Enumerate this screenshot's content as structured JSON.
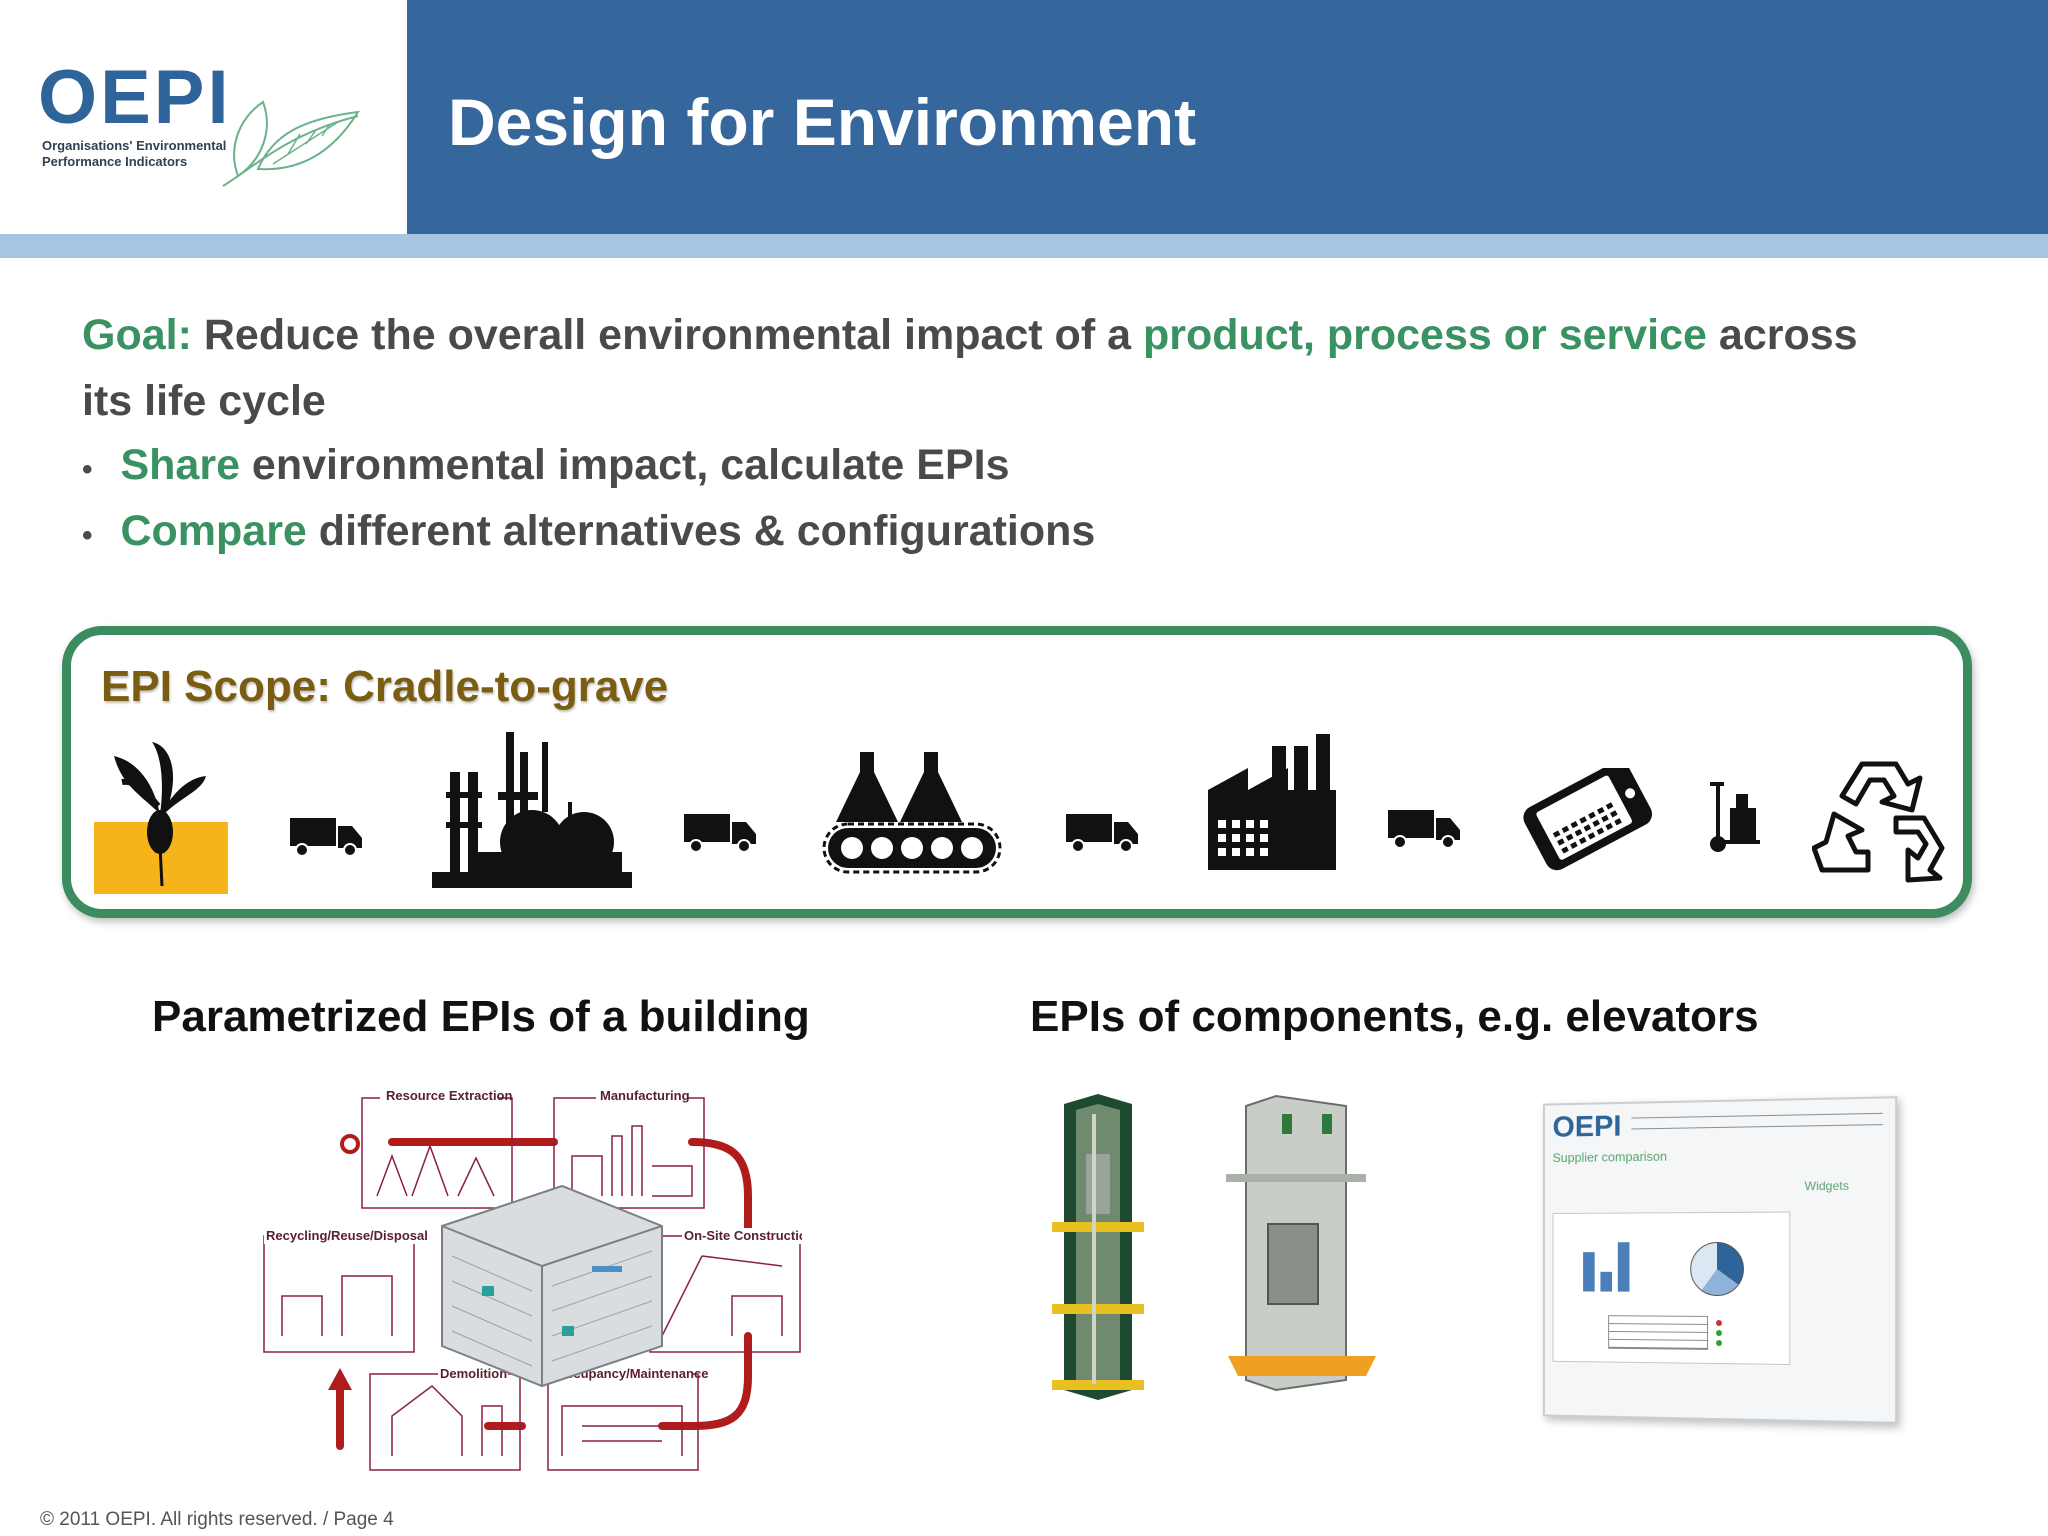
{
  "logo": {
    "word": "OEPI",
    "line1": "Organisations' Environmental",
    "line2": "Performance Indicators"
  },
  "title": "Design for Environment",
  "goal": {
    "label": "Goal:",
    "text_a": " Reduce the overall environmental impact of a ",
    "highlight": "product, process or service",
    "text_b": " across",
    "text_line2": "its life cycle"
  },
  "bullets": [
    {
      "marker": "•",
      "highlight": "Share",
      "text": " environmental impact, calculate EPIs"
    },
    {
      "marker": "•",
      "highlight": "Compare",
      "text": " different alternatives & configurations"
    }
  ],
  "scope": {
    "title": "EPI Scope: Cradle-to-grave",
    "stages": [
      "plant-icon",
      "truck-icon",
      "refinery-icon",
      "truck-icon",
      "conveyor-icon",
      "truck-icon",
      "factory-icon",
      "truck-icon",
      "smartphone-icon",
      "hand-truck-icon",
      "recycle-icon"
    ]
  },
  "left_section": {
    "heading": "Parametrized EPIs of a building",
    "labels": {
      "resource": "Resource Extraction",
      "manufacturing": "Manufacturing",
      "onsite": "On-Site Construction",
      "occupancy": "Occupancy/Maintenance",
      "demolition": "Demolition",
      "recycling": "Recycling/Reuse/Disposal"
    }
  },
  "right_section": {
    "heading": "EPIs of components, e.g. elevators",
    "screenshot": {
      "logo": "OEPI",
      "subtitle": "Supplier comparison",
      "side_title": "Widgets"
    }
  },
  "footer": "© 2011 OEPI. All rights reserved. / Page 4",
  "colors": {
    "header": "#36679c",
    "stripe": "#a7c4e2",
    "accent_green": "#3a9161",
    "scope_title": "#7a5d10",
    "building_cycle": "#b01c1c"
  }
}
